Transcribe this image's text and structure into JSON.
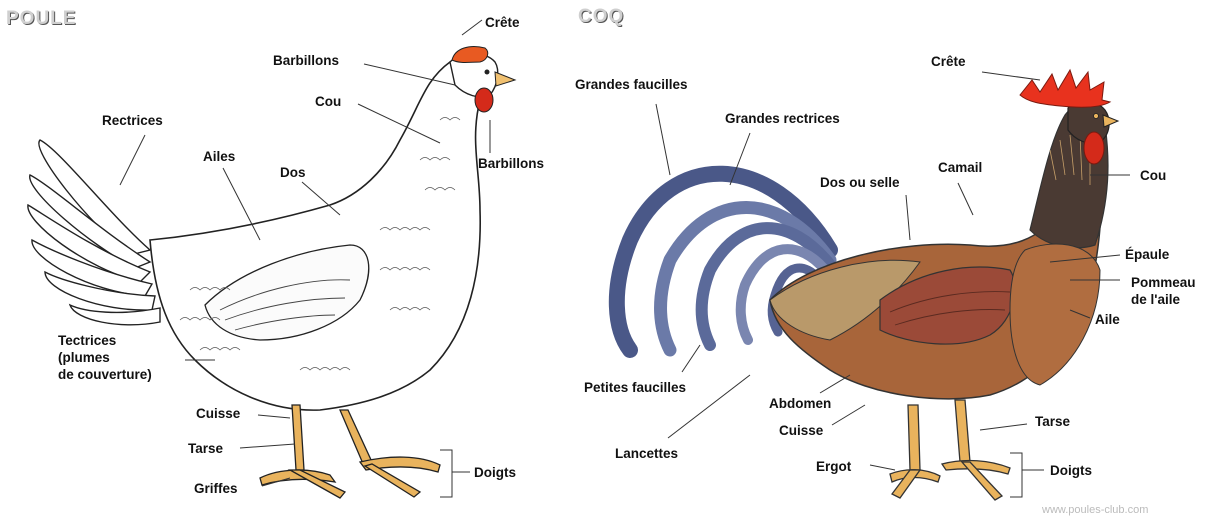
{
  "poule": {
    "title": "POULE",
    "labels": {
      "crete": "Crête",
      "barbillons_top": "Barbillons",
      "barbillons_right": "Barbillons",
      "cou": "Cou",
      "rectrices": "Rectrices",
      "ailes": "Ailes",
      "dos": "Dos",
      "tectrices": "Tectrices\n(plumes\nde couverture)",
      "cuisse": "Cuisse",
      "tarse": "Tarse",
      "griffes": "Griffes",
      "doigts": "Doigts"
    }
  },
  "coq": {
    "title": "COQ",
    "labels": {
      "grandes_faucilles": "Grandes faucilles",
      "grandes_rectrices": "Grandes rectrices",
      "crete": "Crête",
      "dos_ou_selle": "Dos ou selle",
      "camail": "Camail",
      "cou": "Cou",
      "epaule": "Épaule",
      "pommeau": "Pommeau\nde l'aile",
      "aile": "Aile",
      "petites_faucilles": "Petites faucilles",
      "abdomen": "Abdomen",
      "cuisse": "Cuisse",
      "lancettes": "Lancettes",
      "tarse": "Tarse",
      "ergot": "Ergot",
      "doigts": "Doigts"
    },
    "watermark": "www.poules-club.com"
  },
  "colors": {
    "comb": "#e8321e",
    "wattle": "#d42a1a",
    "legs": "#e9b35d",
    "tail_blue": "#5b6a9a",
    "body_brown": "#a8653a",
    "neck_dark": "#4a3a33"
  }
}
